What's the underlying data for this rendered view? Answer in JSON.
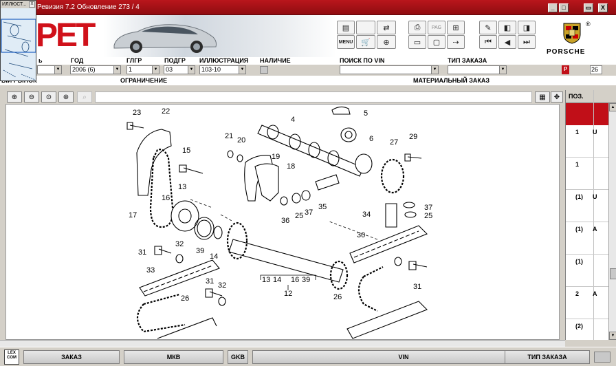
{
  "window": {
    "title": "Ревизия 7.2 Обновление 273 / 4",
    "minimize_glyph": "_",
    "maximize_glyph": "□",
    "restore_glyph": "▭",
    "close_glyph": "X"
  },
  "thumbnail": {
    "title": "ИЛЛЮСТ...",
    "close_glyph": "X"
  },
  "banner": {
    "logo_text": "PET",
    "brand_word": "PORSCHE",
    "registered_mark": "®"
  },
  "toolbar_left": {
    "menu_label": "MENU",
    "pag_label": "PAG"
  },
  "filters": {
    "labels": {
      "market_partial": "ь",
      "year": "ГОД",
      "main_group": "ГЛГР",
      "sub_group": "ПОДГР",
      "illustration": "ИЛЛЮСТРАЦИЯ",
      "availability": "НАЛИЧИЕ",
      "vin_search": "ПОИСК ПО VIN",
      "order_type": "ТИП ЗАКАЗА"
    },
    "values": {
      "year": "2006 (6)",
      "main_group": "1",
      "sub_group": "03",
      "illustration": "103-10",
      "vin": "",
      "order_type": "",
      "page_count": "26"
    },
    "p_badge": "P"
  },
  "subheader": {
    "market": "ЫЙ РЫНОК",
    "restriction": "ОГРАНИЧЕНИЕ",
    "material_order": "МАТЕРИАЛЬНЫЙ ЗАКАЗ"
  },
  "right_panel": {
    "header": "ПОЗ.",
    "rows": [
      {
        "pos": "1",
        "flag": "U"
      },
      {
        "pos": "1",
        "flag": ""
      },
      {
        "pos": "(1)",
        "flag": "U"
      },
      {
        "pos": "(1)",
        "flag": "A"
      },
      {
        "pos": "(1)",
        "flag": ""
      },
      {
        "pos": "2",
        "flag": "A"
      },
      {
        "pos": "(2)",
        "flag": ""
      }
    ]
  },
  "callouts": [
    "23",
    "22",
    "15",
    "13",
    "16",
    "17",
    "31",
    "32",
    "39",
    "14",
    "33",
    "31",
    "32",
    "26",
    "21",
    "20",
    "19",
    "18",
    "36",
    "25",
    "37",
    "35",
    "4",
    "5",
    "6",
    "27",
    "29",
    "34",
    "37",
    "25",
    "30",
    "13",
    "14",
    "16",
    "39",
    "12",
    "26",
    "31"
  ],
  "bottom_buttons": {
    "lex_logo": "LEX COM",
    "order": "ЗАКАЗ",
    "mkb": "МКВ",
    "gkb": "GKB",
    "vin": "VIN",
    "order_type": "ТИП ЗАКАЗА"
  },
  "icons": [
    "zoom-in-icon",
    "zoom-out-icon",
    "zoom-fit-icon",
    "zoom-area-icon",
    "search-icon",
    "parts-list-icon",
    "move-icon"
  ]
}
